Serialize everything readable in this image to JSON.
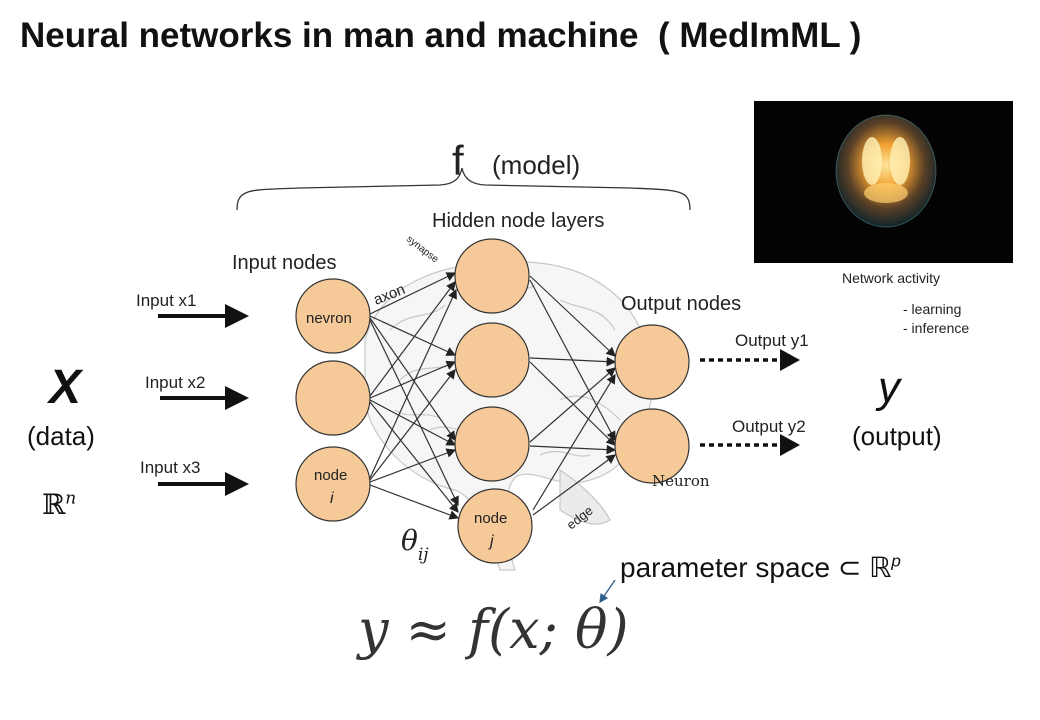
{
  "title": "Neural networks in man and machine  ( MedImML )",
  "model": {
    "f": "f",
    "label": "(model)"
  },
  "layers": {
    "hidden": "Hidden node layers",
    "input": "Input nodes",
    "output": "Output nodes"
  },
  "inputs": [
    "Input x1",
    "Input x2",
    "Input x3"
  ],
  "outputs": [
    "Output y1",
    "Output y2"
  ],
  "node_labels": {
    "nevron": "nevron",
    "node_i_word": "node",
    "node_i_sym": "i",
    "node_j_word": "node",
    "node_j_sym": "j"
  },
  "annotations": {
    "axon": "axon",
    "synapse": "synapse",
    "edge": "edge",
    "neuron": "Neuron",
    "theta": "θ",
    "theta_sub": "ij"
  },
  "x_side": {
    "symbol": "X",
    "label": "(data)",
    "space": "ℝ",
    "space_sup": "n"
  },
  "y_side": {
    "symbol": "y",
    "label": "(output)"
  },
  "param_space": {
    "text": "parameter space ⊂ ℝ",
    "sup": "p"
  },
  "formula": "y ≈ f(x; θ)",
  "network_activity": {
    "caption": "Network activity",
    "bullets": [
      "- learning",
      "- inference"
    ]
  },
  "colors": {
    "node_fill": "#f6c998",
    "node_stroke": "#333333",
    "brain_bg": "#030303",
    "brain_glow": "#f2a33a"
  }
}
